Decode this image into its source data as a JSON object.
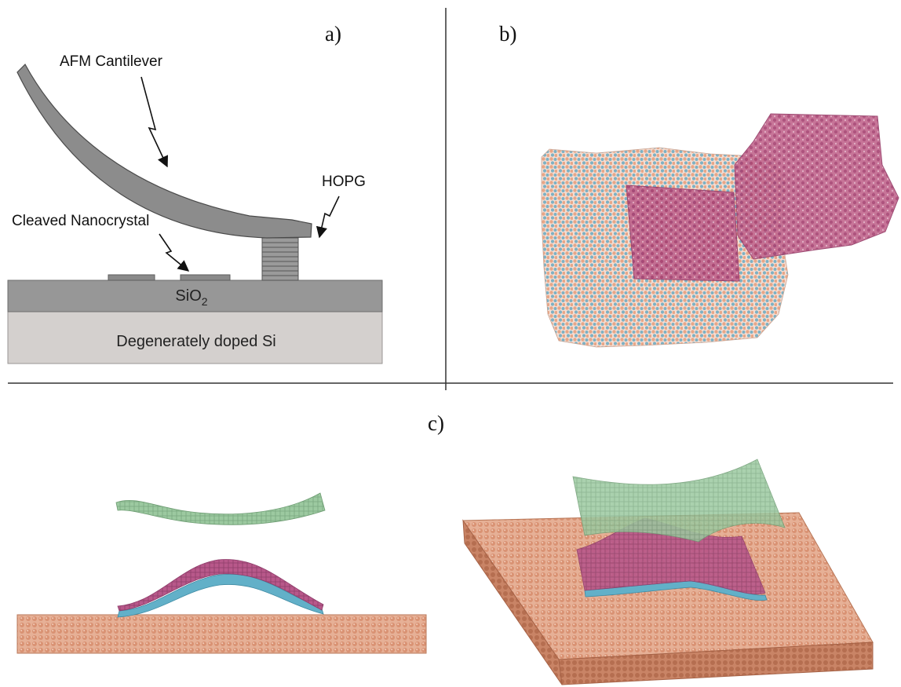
{
  "panels": {
    "a": {
      "label": "a)",
      "labels": {
        "cantilever": "AFM Cantilever",
        "hopg": "HOPG",
        "nanocrystal": "Cleaved Nanocrystal",
        "sio2": "SiO",
        "sio2_sub": "2",
        "si": "Degenerately doped Si"
      }
    },
    "b": {
      "label": "b)"
    },
    "c": {
      "label": "c)"
    }
  },
  "colors": {
    "cantilever": "#8c8c8c",
    "sio2": "#979797",
    "si": "#d4d0ce",
    "atom_orange": "#e8a687",
    "atom_blue": "#7cb1c4",
    "sheet_magenta": "#b5547e",
    "sheet_green": "#8fbf93",
    "sheet_cyan": "#62b0c8",
    "substrate": "#e0a283",
    "substrate_dark": "#c47e5c"
  }
}
